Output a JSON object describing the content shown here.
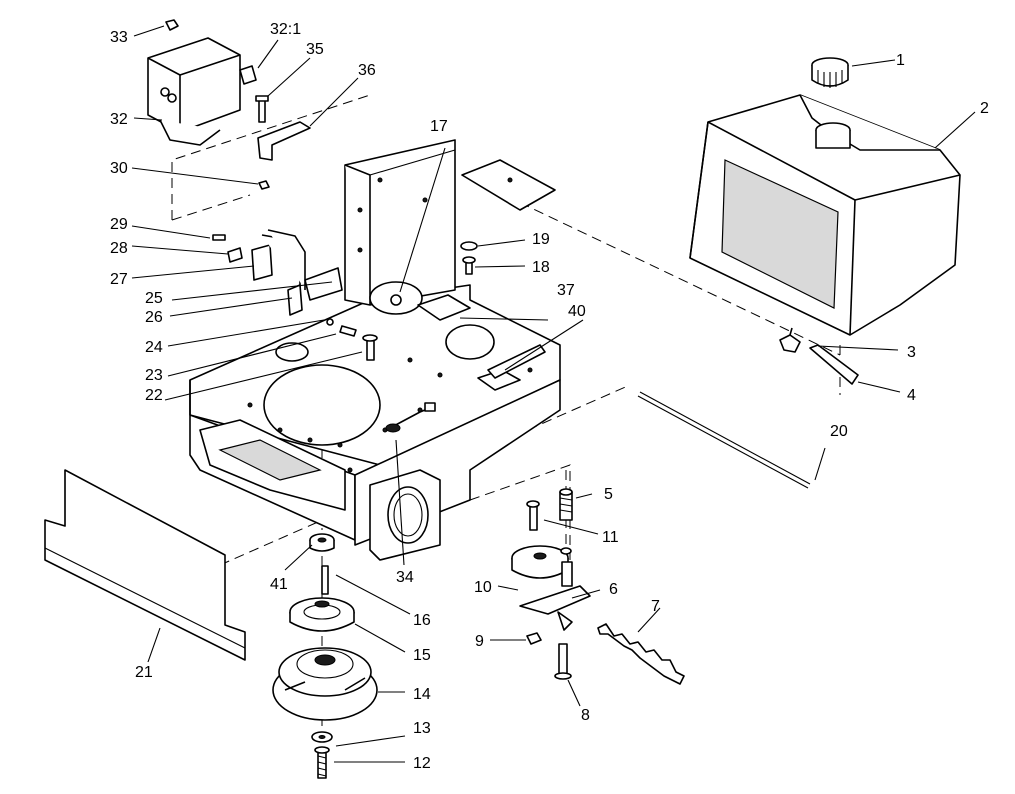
{
  "callouts": {
    "c1": "1",
    "c2": "2",
    "c3": "3",
    "c4": "4",
    "c5": "5",
    "c6": "6",
    "c7": "7",
    "c8": "8",
    "c9": "9",
    "c10": "10",
    "c11": "11",
    "c12": "12",
    "c13": "13",
    "c14": "14",
    "c15": "15",
    "c16": "16",
    "c17": "17",
    "c18": "18",
    "c19": "19",
    "c20": "20",
    "c21": "21",
    "c22": "22",
    "c23": "23",
    "c24": "24",
    "c25": "25",
    "c26": "26",
    "c27": "27",
    "c28": "28",
    "c29": "29",
    "c30": "30",
    "c32": "32",
    "c32_1": "32:1",
    "c33": "33",
    "c34": "34",
    "c35": "35",
    "c36": "36",
    "c37": "37",
    "c40": "40",
    "c41": "41"
  }
}
